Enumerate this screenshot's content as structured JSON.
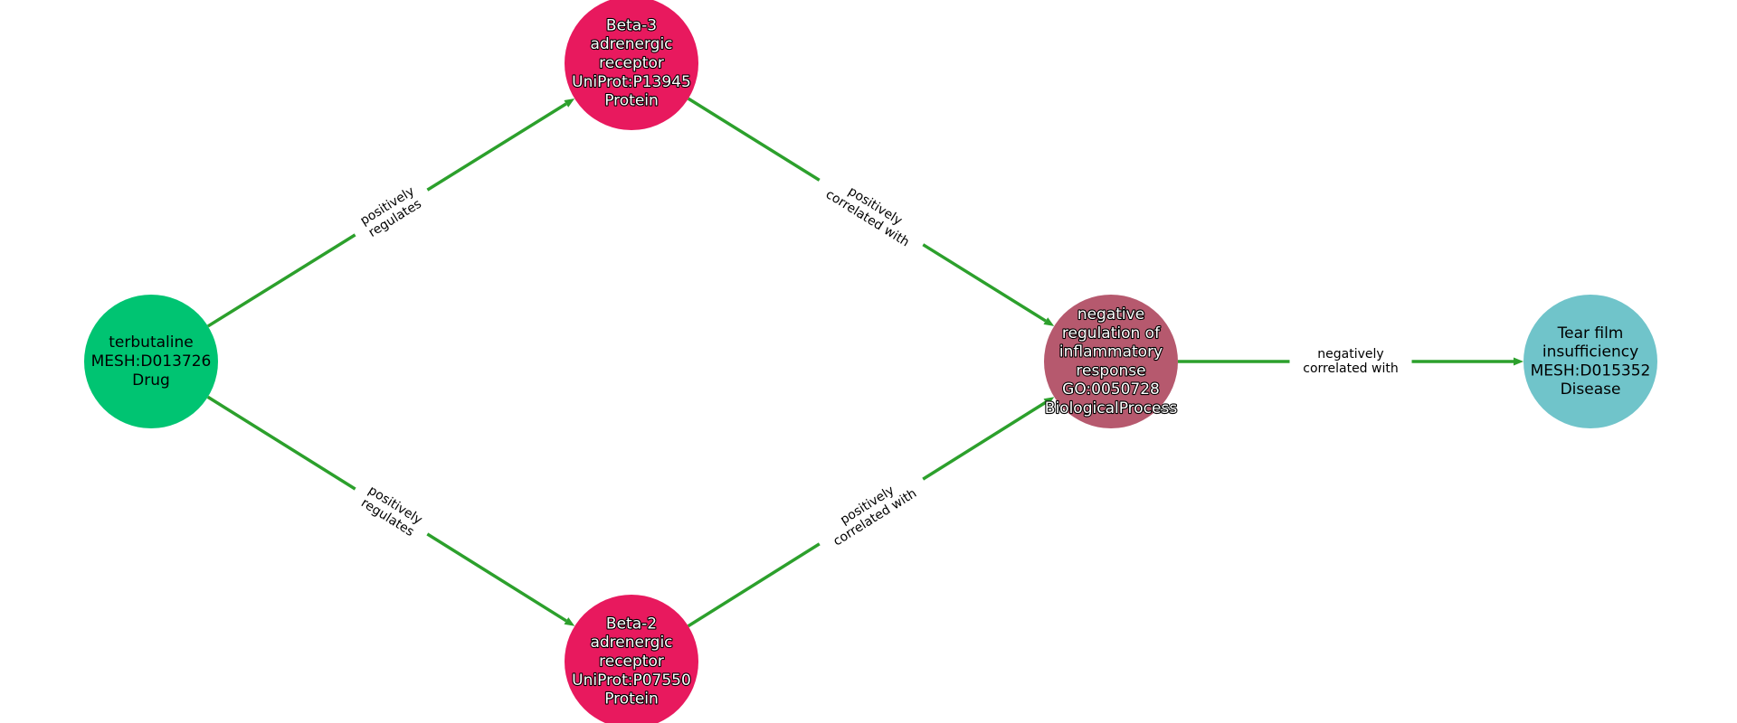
{
  "edge_color": "#2ca02c",
  "nodes": [
    {
      "id": "terbutaline",
      "lines": [
        "terbutaline",
        "MESH:D013726",
        "Drug"
      ],
      "color": "#00c472",
      "text_style": "dark"
    },
    {
      "id": "beta3",
      "lines": [
        "Beta-3",
        "adrenergic",
        "receptor",
        "UniProt:P13945",
        "Protein"
      ],
      "color": "#e8195e",
      "text_style": "light"
    },
    {
      "id": "beta2",
      "lines": [
        "Beta-2",
        "adrenergic",
        "receptor",
        "UniProt:P07550",
        "Protein"
      ],
      "color": "#e8195e",
      "text_style": "light"
    },
    {
      "id": "neg-reg",
      "lines": [
        "negative",
        "regulation of",
        "inflammatory",
        "response",
        "GO:0050728",
        "BiologicalProcess"
      ],
      "color": "#b6596e",
      "text_style": "light"
    },
    {
      "id": "tear-film",
      "lines": [
        "Tear film",
        "insufficiency",
        "MESH:D015352",
        "Disease"
      ],
      "color": "#70c4ca",
      "text_style": "dark"
    }
  ],
  "edges": [
    {
      "source": "terbutaline",
      "target": "beta3",
      "label": [
        "positively",
        "regulates"
      ]
    },
    {
      "source": "terbutaline",
      "target": "beta2",
      "label": [
        "positively",
        "regulates"
      ]
    },
    {
      "source": "beta3",
      "target": "neg-reg",
      "label": [
        "positively",
        "correlated with"
      ]
    },
    {
      "source": "beta2",
      "target": "neg-reg",
      "label": [
        "positively",
        "correlated with"
      ]
    },
    {
      "source": "neg-reg",
      "target": "tear-film",
      "label": [
        "negatively",
        "correlated with"
      ]
    }
  ]
}
